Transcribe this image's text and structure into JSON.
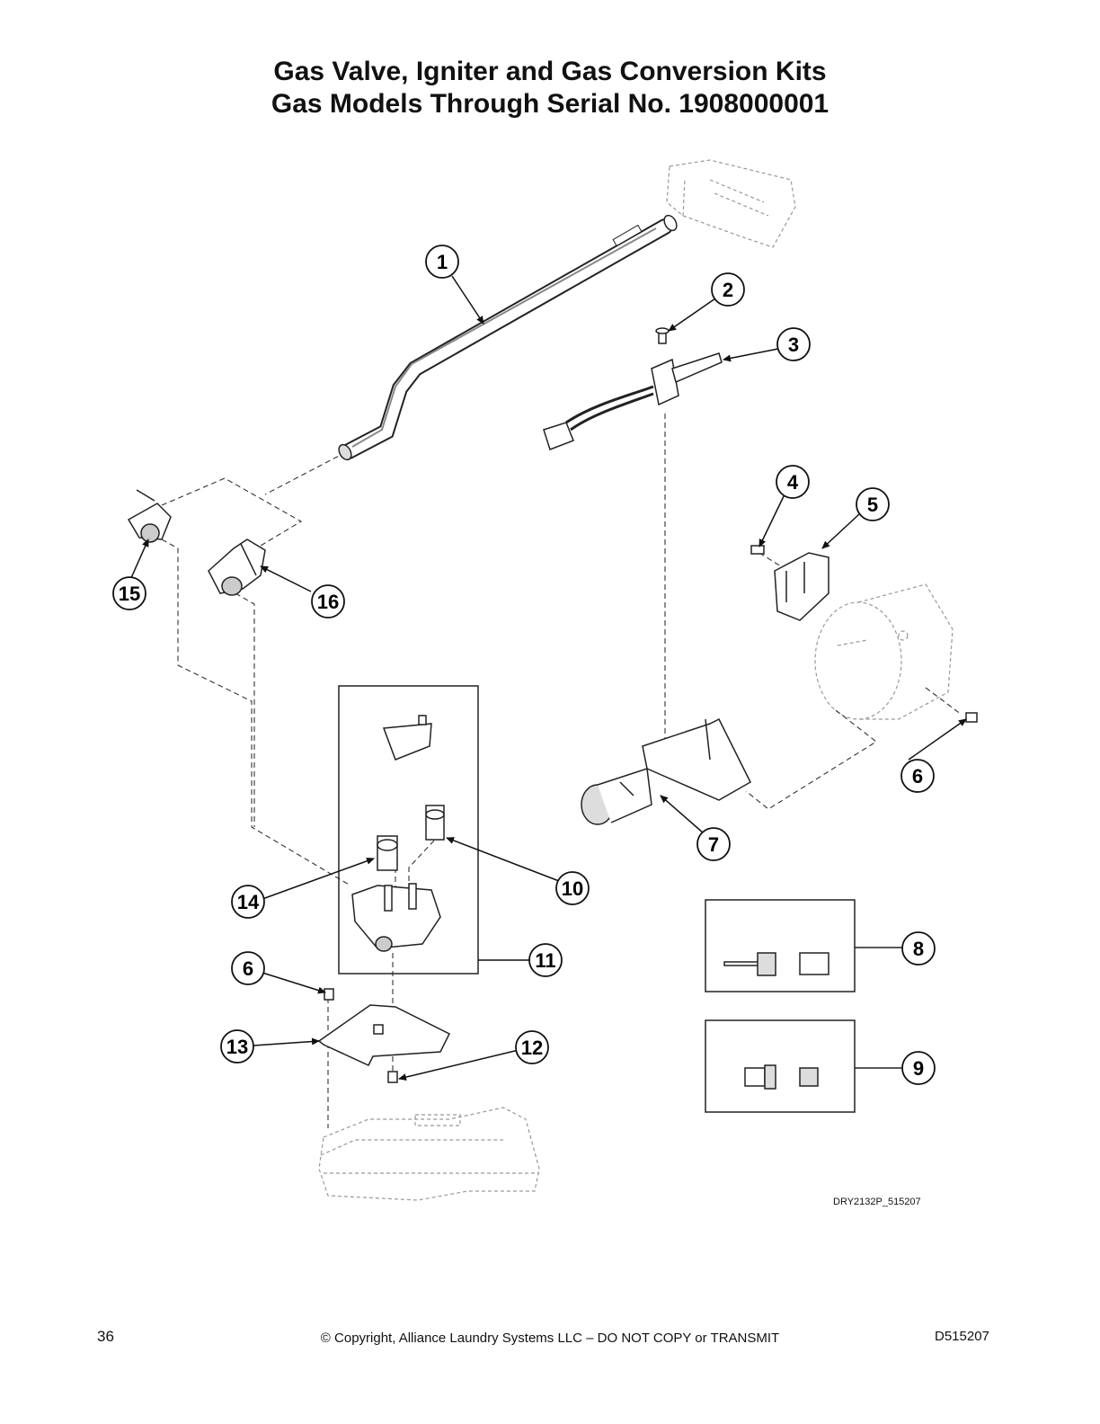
{
  "title": {
    "line1": "Gas Valve, Igniter and Gas Conversion Kits",
    "line2": "Gas Models Through Serial No. 1908000001"
  },
  "callouts": [
    {
      "id": "callout-1",
      "label": "1"
    },
    {
      "id": "callout-2",
      "label": "2"
    },
    {
      "id": "callout-3",
      "label": "3"
    },
    {
      "id": "callout-4",
      "label": "4"
    },
    {
      "id": "callout-5",
      "label": "5"
    },
    {
      "id": "callout-6a",
      "label": "6"
    },
    {
      "id": "callout-6b",
      "label": "6"
    },
    {
      "id": "callout-7",
      "label": "7"
    },
    {
      "id": "callout-8",
      "label": "8"
    },
    {
      "id": "callout-9",
      "label": "9"
    },
    {
      "id": "callout-10",
      "label": "10"
    },
    {
      "id": "callout-11",
      "label": "11"
    },
    {
      "id": "callout-12",
      "label": "12"
    },
    {
      "id": "callout-13",
      "label": "13"
    },
    {
      "id": "callout-14",
      "label": "14"
    },
    {
      "id": "callout-15",
      "label": "15"
    },
    {
      "id": "callout-16",
      "label": "16"
    }
  ],
  "drawing_id": "DRY2132P_515207",
  "footer": {
    "page_number": "36",
    "copyright": "© Copyright, Alliance Laundry Systems LLC – DO NOT COPY or TRANSMIT",
    "doc_code": "D515207"
  }
}
